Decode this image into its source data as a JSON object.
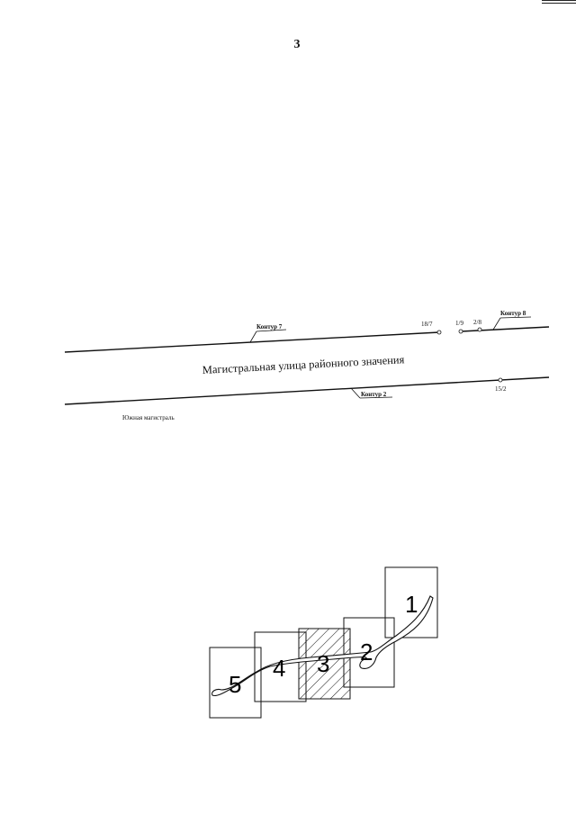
{
  "page": {
    "number": "3"
  },
  "street_plan": {
    "street_name": "Магистральная улица районного значения",
    "south_road": "Южная магистраль",
    "contours": [
      {
        "id": "contour-7",
        "label": "Контур 7"
      },
      {
        "id": "contour-8",
        "label": "Контур 8"
      },
      {
        "id": "contour-2",
        "label": "Контур 2"
      }
    ],
    "points": [
      {
        "id": "18-7",
        "label": "18/7"
      },
      {
        "id": "1-9",
        "label": "1/9"
      },
      {
        "id": "2-8",
        "label": "2/8"
      },
      {
        "id": "15-2",
        "label": "15/2"
      }
    ]
  },
  "scheme": {
    "plots": [
      {
        "id": "1",
        "label": "1",
        "hatched": false
      },
      {
        "id": "2",
        "label": "2",
        "hatched": false
      },
      {
        "id": "3",
        "label": "3",
        "hatched": true
      },
      {
        "id": "4",
        "label": "4",
        "hatched": false
      },
      {
        "id": "5",
        "label": "5",
        "hatched": false
      }
    ]
  },
  "colors": {
    "ink": "#111111",
    "paper": "#ffffff"
  }
}
